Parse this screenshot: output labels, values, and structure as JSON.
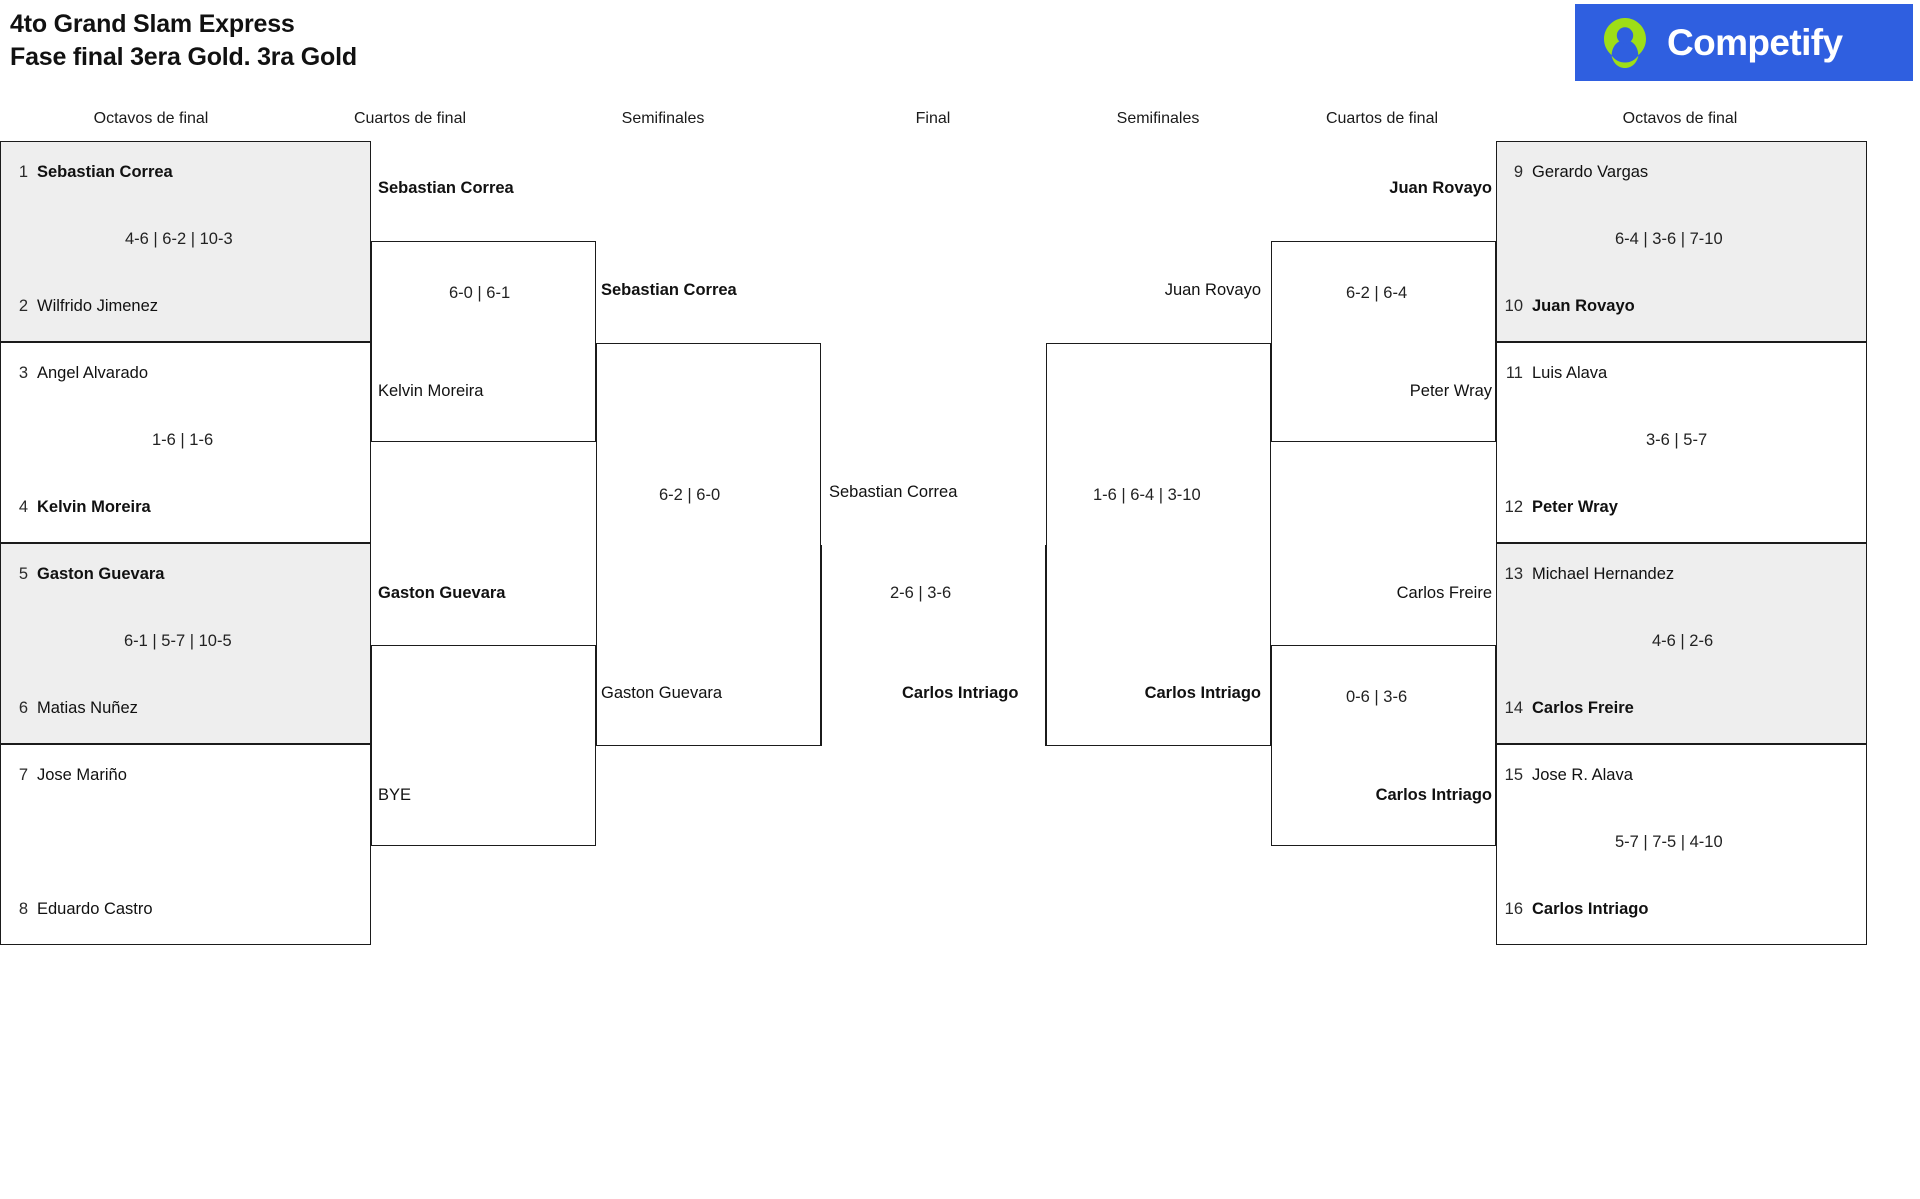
{
  "header": {
    "title_line1": "4to Grand Slam Express",
    "title_line2": "Fase final 3era Gold. 3ra Gold",
    "logo_text": "Competify",
    "logo_bg": "#2f5fe0",
    "logo_mark_color": "#9ede17"
  },
  "round_headers": {
    "left_r16": "Octavos de final",
    "left_qf": "Cuartos de final",
    "left_sf": "Semifinales",
    "final": "Final",
    "right_sf": "Semifinales",
    "right_qf": "Cuartos de final",
    "right_r16": "Octavos de final"
  },
  "left_r16": [
    {
      "top_seed": "1",
      "top_name": "Sebastian Correa",
      "top_win": true,
      "score": "4-6 | 6-2 | 10-3",
      "bot_seed": "2",
      "bot_name": "Wilfrido Jimenez",
      "bot_win": false,
      "shaded": true
    },
    {
      "top_seed": "3",
      "top_name": "Angel Alvarado",
      "top_win": false,
      "score": "1-6 | 1-6",
      "bot_seed": "4",
      "bot_name": "Kelvin Moreira",
      "bot_win": true,
      "shaded": false
    },
    {
      "top_seed": "5",
      "top_name": "Gaston Guevara",
      "top_win": true,
      "score": "6-1 | 5-7 | 10-5",
      "bot_seed": "6",
      "bot_name": "Matias Nuñez",
      "bot_win": false,
      "shaded": true
    },
    {
      "top_seed": "7",
      "top_name": "Jose Mariño",
      "top_win": false,
      "score": "",
      "bot_seed": "8",
      "bot_name": "Eduardo Castro",
      "bot_win": false,
      "shaded": false
    }
  ],
  "right_r16": [
    {
      "top_seed": "9",
      "top_name": "Gerardo Vargas",
      "top_win": false,
      "score": "6-4 | 3-6 | 7-10",
      "bot_seed": "10",
      "bot_name": "Juan Rovayo",
      "bot_win": true,
      "shaded": true
    },
    {
      "top_seed": "11",
      "top_name": "Luis Alava",
      "top_win": false,
      "score": "3-6 | 5-7",
      "bot_seed": "12",
      "bot_name": "Peter Wray",
      "bot_win": true,
      "shaded": false
    },
    {
      "top_seed": "13",
      "top_name": "Michael Hernandez",
      "top_win": false,
      "score": "4-6 | 2-6",
      "bot_seed": "14",
      "bot_name": "Carlos Freire",
      "bot_win": true,
      "shaded": true
    },
    {
      "top_seed": "15",
      "top_name": "Jose R. Alava",
      "top_win": false,
      "score": "5-7 | 7-5 | 4-10",
      "bot_seed": "16",
      "bot_name": "Carlos Intriago",
      "bot_win": true,
      "shaded": false
    }
  ],
  "left_qf": [
    {
      "top_name": "Sebastian Correa",
      "top_win": true,
      "score": "6-0 | 6-1",
      "bot_name": "Kelvin Moreira",
      "bot_win": false
    },
    {
      "top_name": "Gaston Guevara",
      "top_win": true,
      "score": "",
      "bot_name": "BYE",
      "bot_win": false
    }
  ],
  "right_qf": [
    {
      "top_name": "Juan Rovayo",
      "top_win": true,
      "score": "6-2 | 6-4",
      "bot_name": "Peter Wray",
      "bot_win": false
    },
    {
      "top_name": "Carlos Freire",
      "top_win": false,
      "score": "0-6 | 3-6",
      "bot_name": "Carlos Intriago",
      "bot_win": true
    }
  ],
  "left_sf": {
    "top_name": "Sebastian Correa",
    "top_win": true,
    "score": "6-2 | 6-0",
    "bot_name": "Gaston Guevara",
    "bot_win": false
  },
  "right_sf": {
    "top_name": "Juan Rovayo",
    "top_win": false,
    "score": "1-6 | 6-4 | 3-10",
    "bot_name": "Carlos Intriago",
    "bot_win": true
  },
  "final": {
    "top_name": "Sebastian Correa",
    "top_win": false,
    "score": "2-6 | 3-6",
    "bot_name": "Carlos Intriago",
    "bot_win": true
  }
}
